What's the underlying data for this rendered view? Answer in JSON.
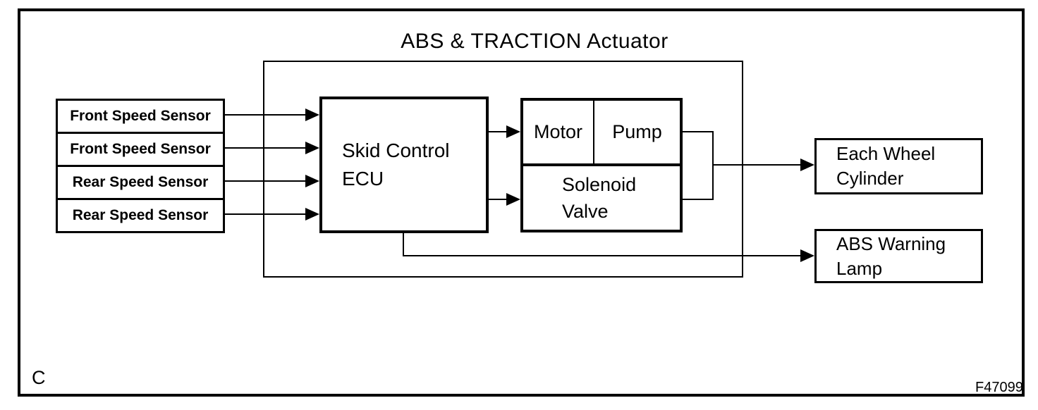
{
  "title": "ABS & TRACTION Actuator",
  "colors": {
    "ink": "#000000",
    "paper": "#ffffff"
  },
  "sensors": [
    {
      "label": "Front Speed Sensor"
    },
    {
      "label": "Front Speed Sensor"
    },
    {
      "label": "Rear Speed Sensor"
    },
    {
      "label": "Rear Speed Sensor"
    }
  ],
  "ecu": {
    "line1": "Skid Control",
    "line2": "ECU"
  },
  "actuator": {
    "motor": "Motor",
    "pump": "Pump",
    "solenoid_line1": "Solenoid",
    "solenoid_line2": "Valve"
  },
  "outputs": {
    "wheel_cylinder": {
      "line1": "Each Wheel",
      "line2": "Cylinder"
    },
    "warning_lamp": {
      "line1": "ABS Warning",
      "line2": "Lamp"
    }
  },
  "footer": {
    "corner_label": "C",
    "figure_code": "F47099"
  }
}
